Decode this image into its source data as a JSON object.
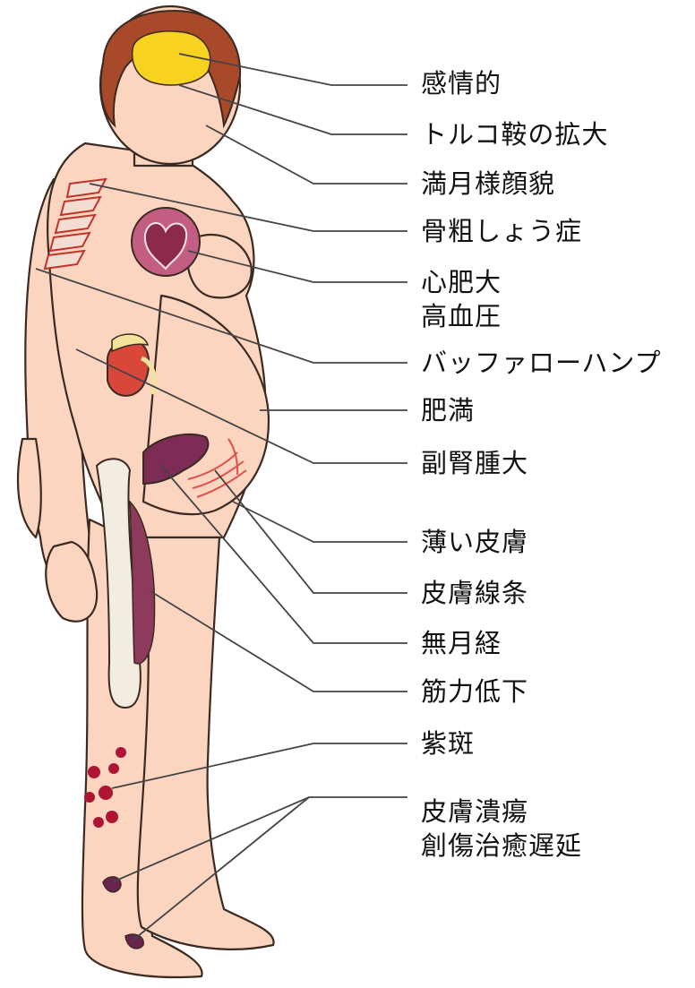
{
  "labels": {
    "emotional": "感情的",
    "sella": "トルコ鞍の拡大",
    "moon_face": "満月様顔貌",
    "osteoporosis": "骨粗しょう症",
    "cardiomegaly": "心肥大",
    "hypertension": "高血圧",
    "buffalo_hump": "バッファローハンプ",
    "obesity": "肥満",
    "adrenal": "副腎腫大",
    "thin_skin": "薄い皮膚",
    "striae": "皮膚線条",
    "amenorrhea": "無月経",
    "muscle_weakness": "筋力低下",
    "purpura": "紫斑",
    "skin_ulcer": "皮膚潰瘍",
    "delayed_healing": "創傷治癒遅延"
  },
  "colors": {
    "skin": "#fbd5c0",
    "outline": "#3b2a22",
    "hair": "#a84a2a",
    "brain": "#f7d21e",
    "heart": "#8b2a4b",
    "kidney": "#d9473b",
    "adrenal": "#f2e29a",
    "muscle": "#7c2c55",
    "bone": "#f3ece0",
    "striae": "#e0504a",
    "purpura": "#b01434",
    "leader": "#444444"
  }
}
